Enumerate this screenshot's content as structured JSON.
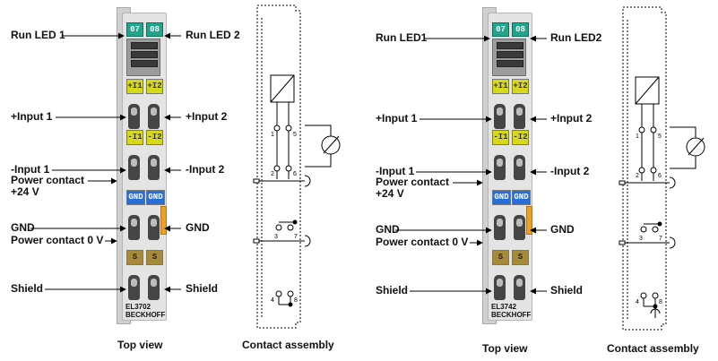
{
  "left": {
    "labels": {
      "run_led_1": "Run LED 1",
      "run_led_2": "Run LED 2",
      "input_plus_1": "+Input 1",
      "input_plus_2": "+Input 2",
      "input_minus_1": "-Input 1",
      "input_minus_2": "-Input 2",
      "power_contact_24": "Power contact\n+24 V",
      "gnd_left": "GND",
      "gnd_right": "GND",
      "power_contact_0": "Power contact 0 V",
      "shield_left": "Shield",
      "shield_right": "Shield"
    },
    "leds": [
      "07",
      "08"
    ],
    "tags_plus": [
      "+I1",
      "+I2"
    ],
    "tags_minus": [
      "-I1",
      "-I2"
    ],
    "tags_gnd": [
      "GND",
      "GND"
    ],
    "tags_shield": [
      "S",
      "S"
    ],
    "model": "EL3702",
    "brand": "BECKHOFF",
    "caption_top": "Top view",
    "caption_contact": "Contact assembly"
  },
  "right": {
    "labels": {
      "run_led_1": "Run LED1",
      "run_led_2": "Run LED2",
      "input_plus_1": "+Input 1",
      "input_plus_2": "+Input 2",
      "input_minus_1": "-Input 1",
      "input_minus_2": "-Input 2",
      "power_contact_24": "Power contact\n+24 V",
      "gnd_left": "GND",
      "gnd_right": "GND",
      "power_contact_0": "Power contact 0 V",
      "shield_left": "Shield",
      "shield_right": "Shield"
    },
    "leds": [
      "07",
      "08"
    ],
    "tags_plus": [
      "+I1",
      "+I2"
    ],
    "tags_minus": [
      "-I1",
      "-I2"
    ],
    "tags_gnd": [
      "GND",
      "GND"
    ],
    "tags_shield": [
      "S",
      "S"
    ],
    "model": "EL3742",
    "brand": "BECKHOFF",
    "caption_top": "Top view",
    "caption_contact": "Contact assembly"
  },
  "contact_pins": {
    "upper": [
      "1",
      "5",
      "2",
      "6"
    ],
    "middle": [
      "3",
      "7"
    ],
    "lower": [
      "4",
      "8"
    ]
  },
  "colors": {
    "led_green": "#21a58c",
    "tag_yellow": "#d8d81a",
    "tag_blue": "#2a6fd8",
    "tag_brown": "#a7893a",
    "orange_contact": "#f0a020"
  }
}
